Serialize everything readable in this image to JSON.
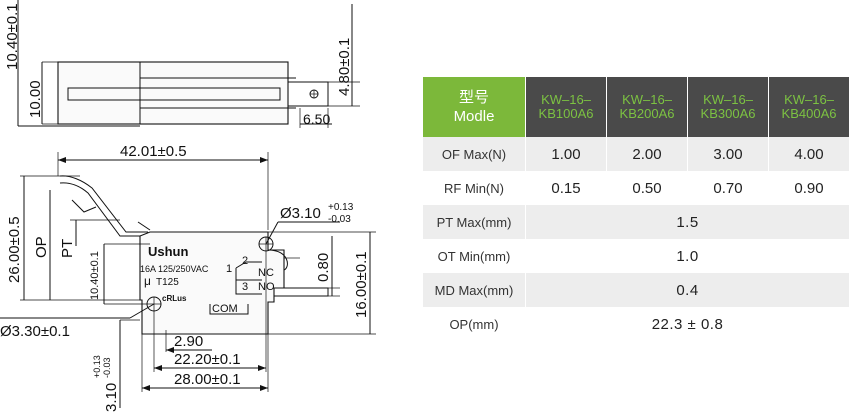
{
  "drawing": {
    "dim_top_height": "10.40±0.1",
    "dim_inner_height": "10.00",
    "dim_terminal_height": "4.80±0.1",
    "dim_terminal_width": "6.50",
    "dim_body_length": "42.01±0.5",
    "dim_total_height": "26.00±0.5",
    "label_op": "OP",
    "label_pt": "PT",
    "dim_mount_height": "10.40±0.1",
    "dim_hole_right": "Ø3.10",
    "dim_hole_right_tol_plus": "+0.13",
    "dim_hole_right_tol_minus": "-0.03",
    "dim_hole_left": "Ø3.30±0.1",
    "dim_small": "0.80",
    "dim_body_height": "16.00±0.1",
    "dim_hole_spacing_a": "2.90",
    "dim_hole_spacing_b": "22.20±0.1",
    "dim_body_width": "28.00±0.1",
    "dim_bottom_hole": "3.10",
    "dim_bottom_hole_tol_plus": "+0.13",
    "dim_bottom_hole_tol_minus": "-0.03",
    "brand": "Ushun",
    "rating_line1": "16A 125/250VAC",
    "rating_line2": "T125",
    "mu_symbol": "μ",
    "ul_mark": "cRLus",
    "terminal_1": "1",
    "terminal_2": "2",
    "terminal_3": "3",
    "terminal_nc": "NC",
    "terminal_no": "NO",
    "terminal_com": "COM"
  },
  "table": {
    "header_first": [
      "型号",
      "Modle"
    ],
    "models": [
      [
        "KW–16–",
        "KB100A6"
      ],
      [
        "KW–16–",
        "KB200A6"
      ],
      [
        "KW–16–",
        "KB300A6"
      ],
      [
        "KW–16–",
        "KB400A6"
      ]
    ],
    "rows": [
      {
        "label": "OF Max(N)",
        "values": [
          "1.00",
          "2.00",
          "3.00",
          "4.00"
        ]
      },
      {
        "label": "RF Min(N)",
        "values": [
          "0.15",
          "0.50",
          "0.70",
          "0.90"
        ]
      },
      {
        "label": "PT Max(mm)",
        "span": "1.5"
      },
      {
        "label": "OT Min(mm)",
        "span": "1.0"
      },
      {
        "label": "MD Max(mm)",
        "span": "0.4"
      },
      {
        "label": "OP(mm)",
        "span": "22.3 ± 0.8"
      }
    ]
  },
  "colors": {
    "header_green": "#7cb83a",
    "header_dark": "#4a4a4a",
    "model_text_green": "#7cc242",
    "row_shade": "#ededed"
  }
}
